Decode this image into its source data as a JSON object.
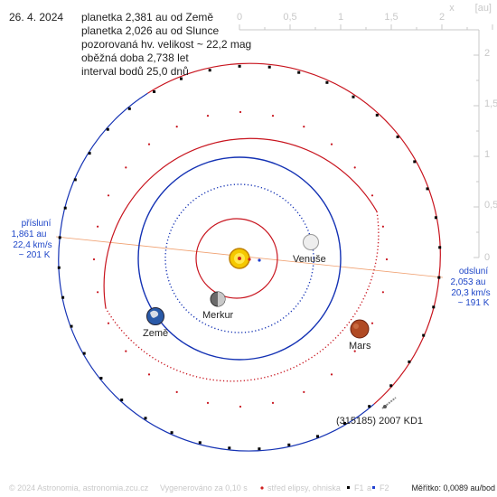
{
  "header": {
    "date": "26. 4. 2024",
    "info_lines": [
      "planetka 2,381 au od Země",
      "planetka 2,026 au od Slunce",
      "pozorovaná hv. velikost ~ 22,2 mag",
      "oběžná doba 2,738 let",
      "interval bodů 25,0 dnů"
    ]
  },
  "axes": {
    "x_label": "x",
    "unit": "[au]",
    "x_ticks": [
      "0",
      "0,5",
      "1",
      "1,5",
      "2"
    ],
    "y_ticks": [
      "2",
      "1,5",
      "1",
      "0,5",
      "0"
    ]
  },
  "planets": {
    "mercury": "Merkur",
    "venus": "Venuše",
    "earth": "Země",
    "mars": "Mars"
  },
  "asteroid": {
    "name": "(315185) 2007 KD1"
  },
  "perihelion": {
    "title": "přísluní",
    "distance": "1,861 au",
    "speed": "22,4 km/s",
    "temp": "~ 201 K"
  },
  "aphelion": {
    "title": "odsluní",
    "distance": "2,053 au",
    "speed": "20,3 km/s",
    "temp": "~ 191 K"
  },
  "footer": {
    "copyright": "© 2024 Astronomia, astronomia.zcu.cz",
    "generated": "Vygenerováno za 0,10 s",
    "legend_center": "střed elipsy, ohniska",
    "f1": "F1",
    "a": "a",
    "f2": "F2",
    "scale": "Měřítko: 0,0089 au/bod"
  },
  "colors": {
    "red_orbit": "#c8141e",
    "blue_orbit": "#1432b4",
    "apsides_line": "#f0a070",
    "label_blue": "#1e46c8",
    "axis": "#c8c8c8",
    "footer_text": "#c8c8c8"
  }
}
